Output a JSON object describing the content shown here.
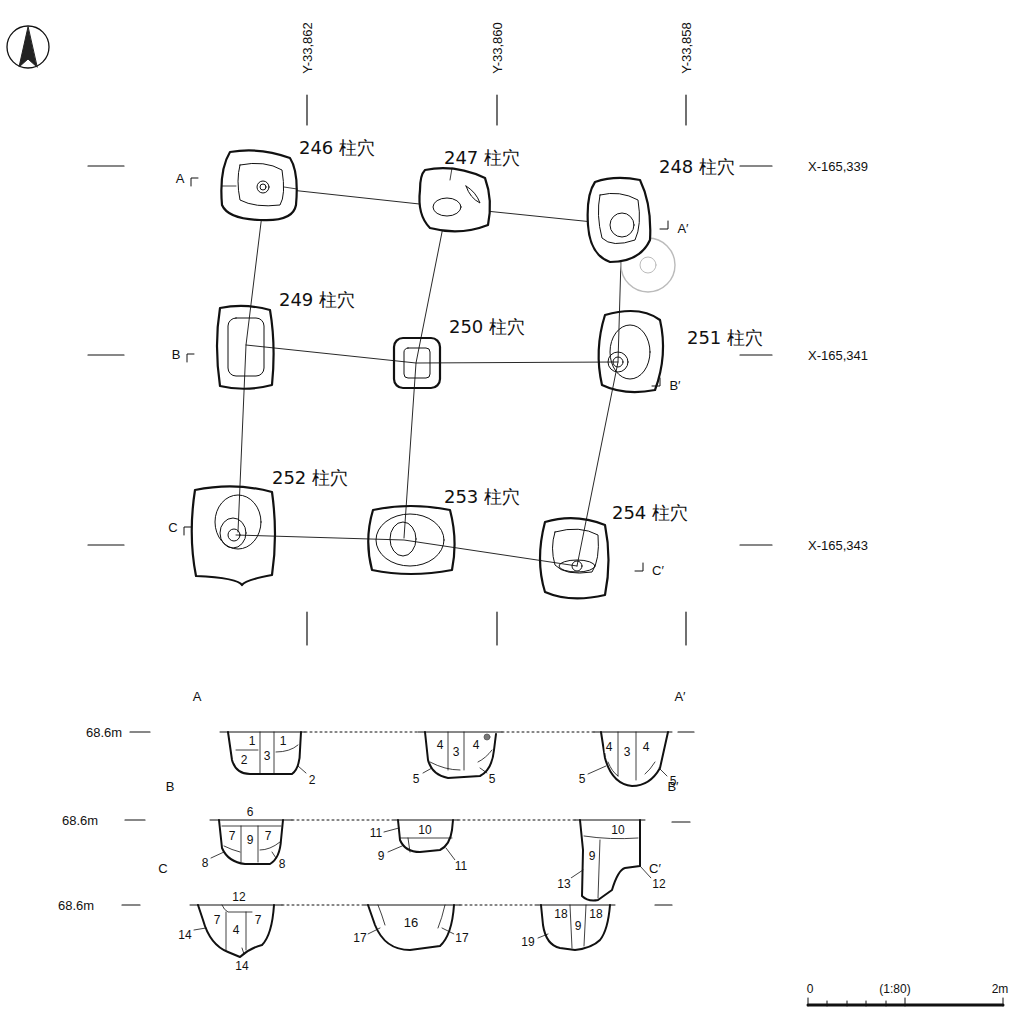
{
  "diagram": {
    "labels": [
      "246 柱穴",
      "247 柱穴",
      "248 柱穴",
      "249 柱穴",
      "250 柱穴",
      "251 柱穴",
      "252 柱穴",
      "253 柱穴",
      "254 柱穴",
      "Y-33,862",
      "Y-33,860",
      "Y-33,858",
      "X-165,339",
      "X-165,341",
      "X-165,343",
      "A",
      "A′",
      "B",
      "B′",
      "C",
      "C′",
      "A",
      "A′",
      "68.6m",
      "1",
      "1",
      "2",
      "3",
      "2",
      "4",
      "3",
      "4",
      "5",
      "5",
      "4",
      "3",
      "4",
      "5",
      "5",
      "B",
      "B′",
      "68.6m",
      "6",
      "7",
      "9",
      "7",
      "8",
      "8",
      "10",
      "11",
      "9",
      "11",
      "10",
      "9",
      "13",
      "12",
      "C",
      "C′",
      "68.6m",
      "12",
      "7",
      "4",
      "7",
      "14",
      "14",
      "16",
      "17",
      "17",
      "18",
      "9",
      "18",
      "19",
      "0",
      "(1:80)",
      "2m"
    ]
  }
}
